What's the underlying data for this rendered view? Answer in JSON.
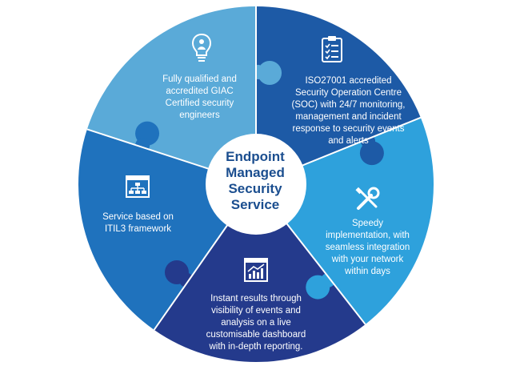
{
  "diagram": {
    "center_label": "Endpoint\nManaged\nSecurity\nService",
    "segments": [
      {
        "id": "engineers",
        "icon": "lightbulb-person-icon",
        "text": "Fully qualified and\naccredited GIAC\nCertified security\nengineers",
        "color": "#1d5aa6"
      },
      {
        "id": "soc",
        "icon": "clipboard-checklist-icon",
        "text": "ISO27001 accredited\nSecurity Operation Centre\n(SOC) with 24/7 monitoring,\nmanagement and incident\nresponse to security events\nand alerts",
        "color": "#2ea1dc"
      },
      {
        "id": "implementation",
        "icon": "wrench-screwdriver-icon",
        "text": "Speedy\nimplementation, with\nseamless integration\nwith your network\nwithin days",
        "color": "#243a8c"
      },
      {
        "id": "dashboard",
        "icon": "analytics-dashboard-icon",
        "text": "Instant results through\nvisibility of events and\nanalysis on a live\ncustomisable dashboard\nwith in-depth reporting.",
        "color": "#1f72bd"
      },
      {
        "id": "itil",
        "icon": "hierarchy-window-icon",
        "text": "Service based on\nITIL3 framework",
        "color": "#5aaad8"
      }
    ]
  }
}
